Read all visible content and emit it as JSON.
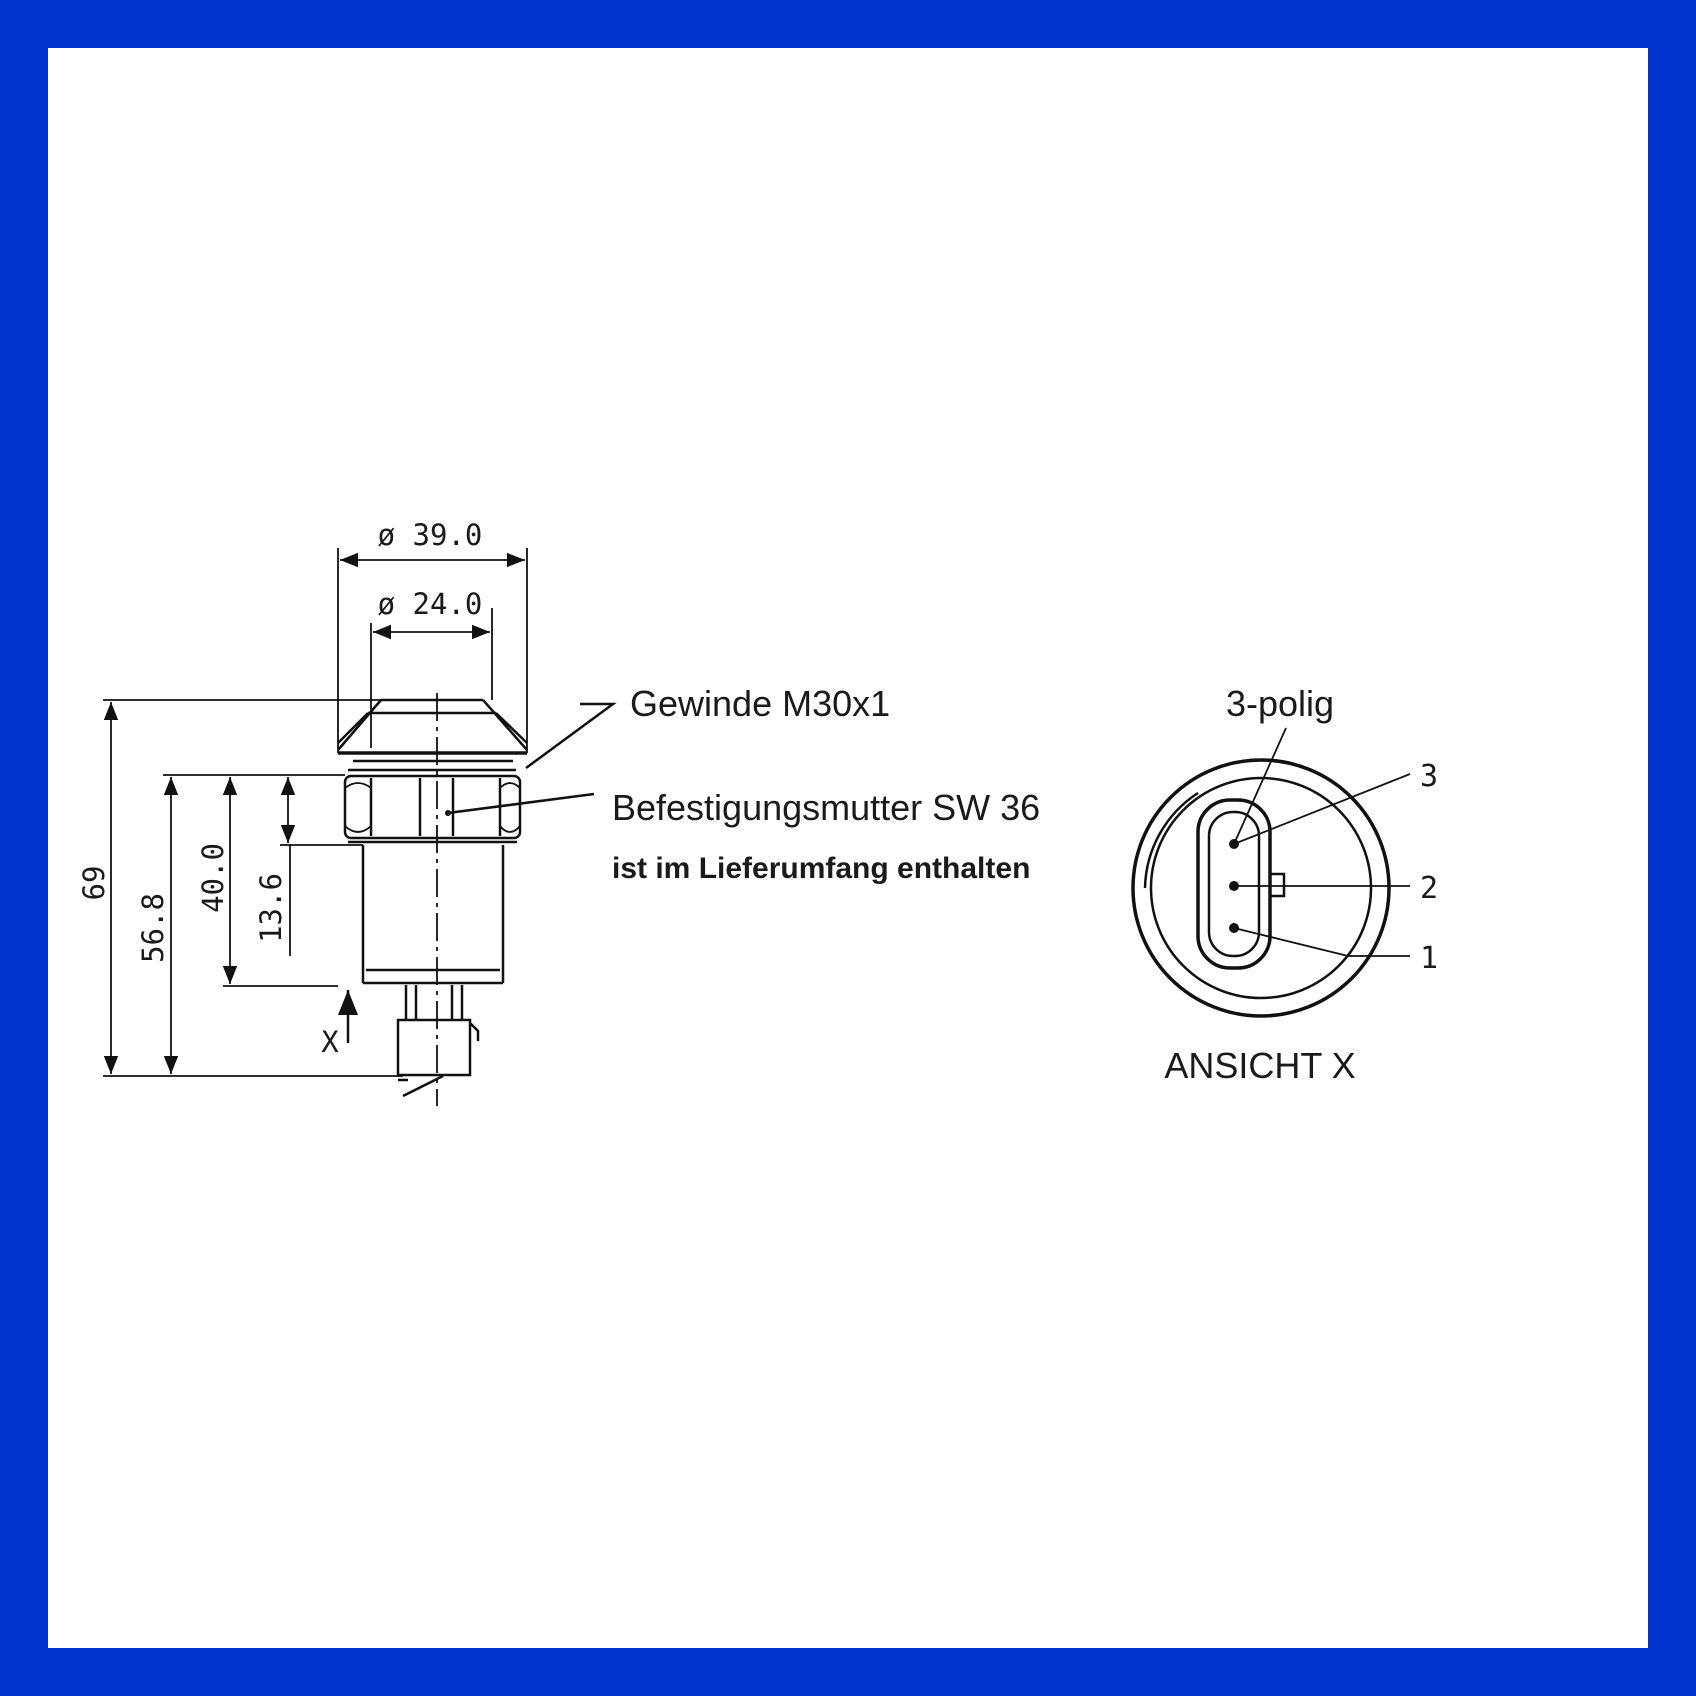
{
  "colors": {
    "border": "#0033cc",
    "background": "#ffffff",
    "ink": "#111111"
  },
  "side_view": {
    "dim_outer_diameter": "ø 39.0",
    "dim_inner_diameter": "ø 24.0",
    "dim_total_height": "69",
    "dim_height_56": "56.8",
    "dim_height_40": "40.0",
    "dim_height_13": "13.6",
    "view_marker": "X"
  },
  "callouts": {
    "thread": "Gewinde M30x1",
    "nut": "Befestigungsmutter SW 36",
    "nut_note": "ist im Lieferumfang enthalten"
  },
  "connector_view": {
    "pole_label": "3-polig",
    "pins": [
      "3",
      "2",
      "1"
    ],
    "caption": "ANSICHT X"
  }
}
